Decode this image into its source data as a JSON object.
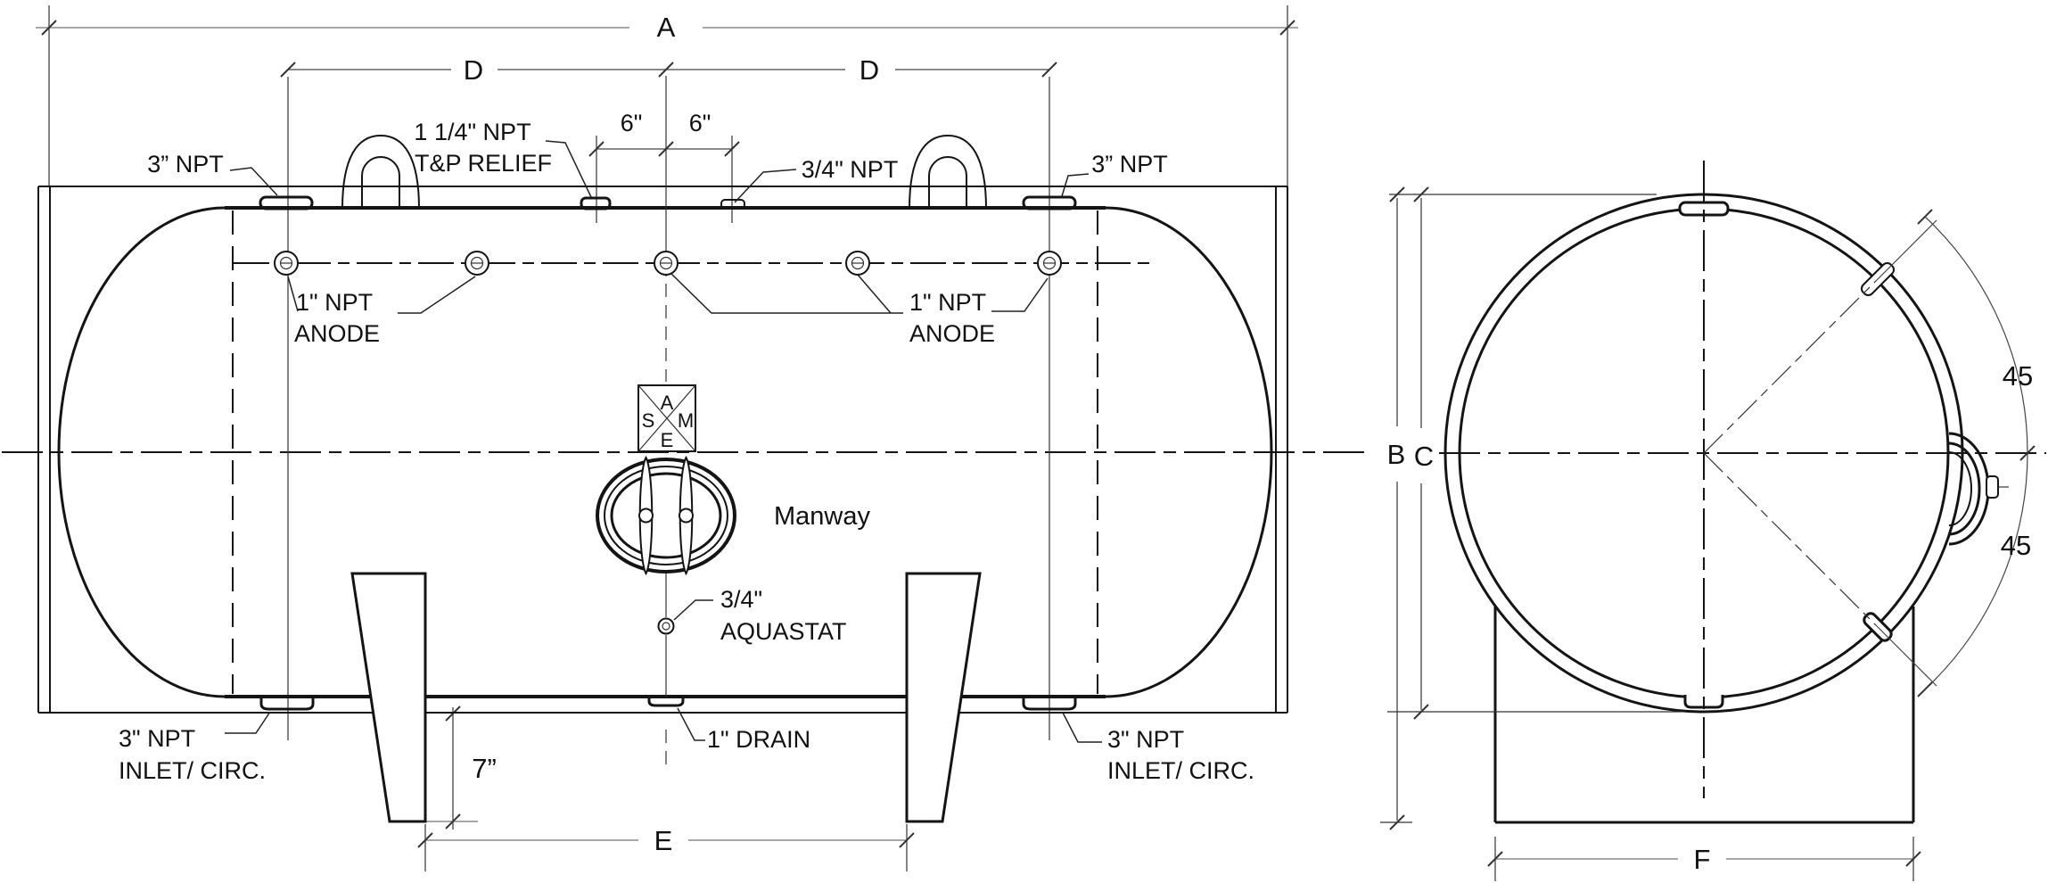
{
  "title": "Horizontal ASME tank dimensional drawing",
  "front_view": {
    "dim_a": "A",
    "dim_d_left": "D",
    "dim_d_right": "D",
    "dim_6_left": "6\"",
    "dim_6_right": "6\"",
    "dim_7": "7”",
    "dim_e": "E",
    "npt3_top_left": "3” NPT",
    "tp_relief_l1": "1 1/4\" NPT",
    "tp_relief_l2": "T&P RELIEF",
    "npt34_top": "3/4\" NPT",
    "npt3_top_right": "3” NPT",
    "anode_left_l1": "1\" NPT",
    "anode_left_l2": "ANODE",
    "anode_right_l1": "1\" NPT",
    "anode_right_l2": "ANODE",
    "asme_a": "A",
    "asme_s": "S",
    "asme_m": "M",
    "asme_e": "E",
    "manway": "Manway",
    "aquastat_l1": "3/4\"",
    "aquastat_l2": "AQUASTAT",
    "drain": "1\" DRAIN",
    "inlet_left_l1": "3\" NPT",
    "inlet_left_l2": "INLET/ CIRC.",
    "inlet_right_l1": "3\" NPT",
    "inlet_right_l2": "INLET/ CIRC."
  },
  "end_view": {
    "dim_b": "B",
    "dim_c": "C",
    "dim_f": "F",
    "angle_upper": "45",
    "angle_lower": "45"
  }
}
